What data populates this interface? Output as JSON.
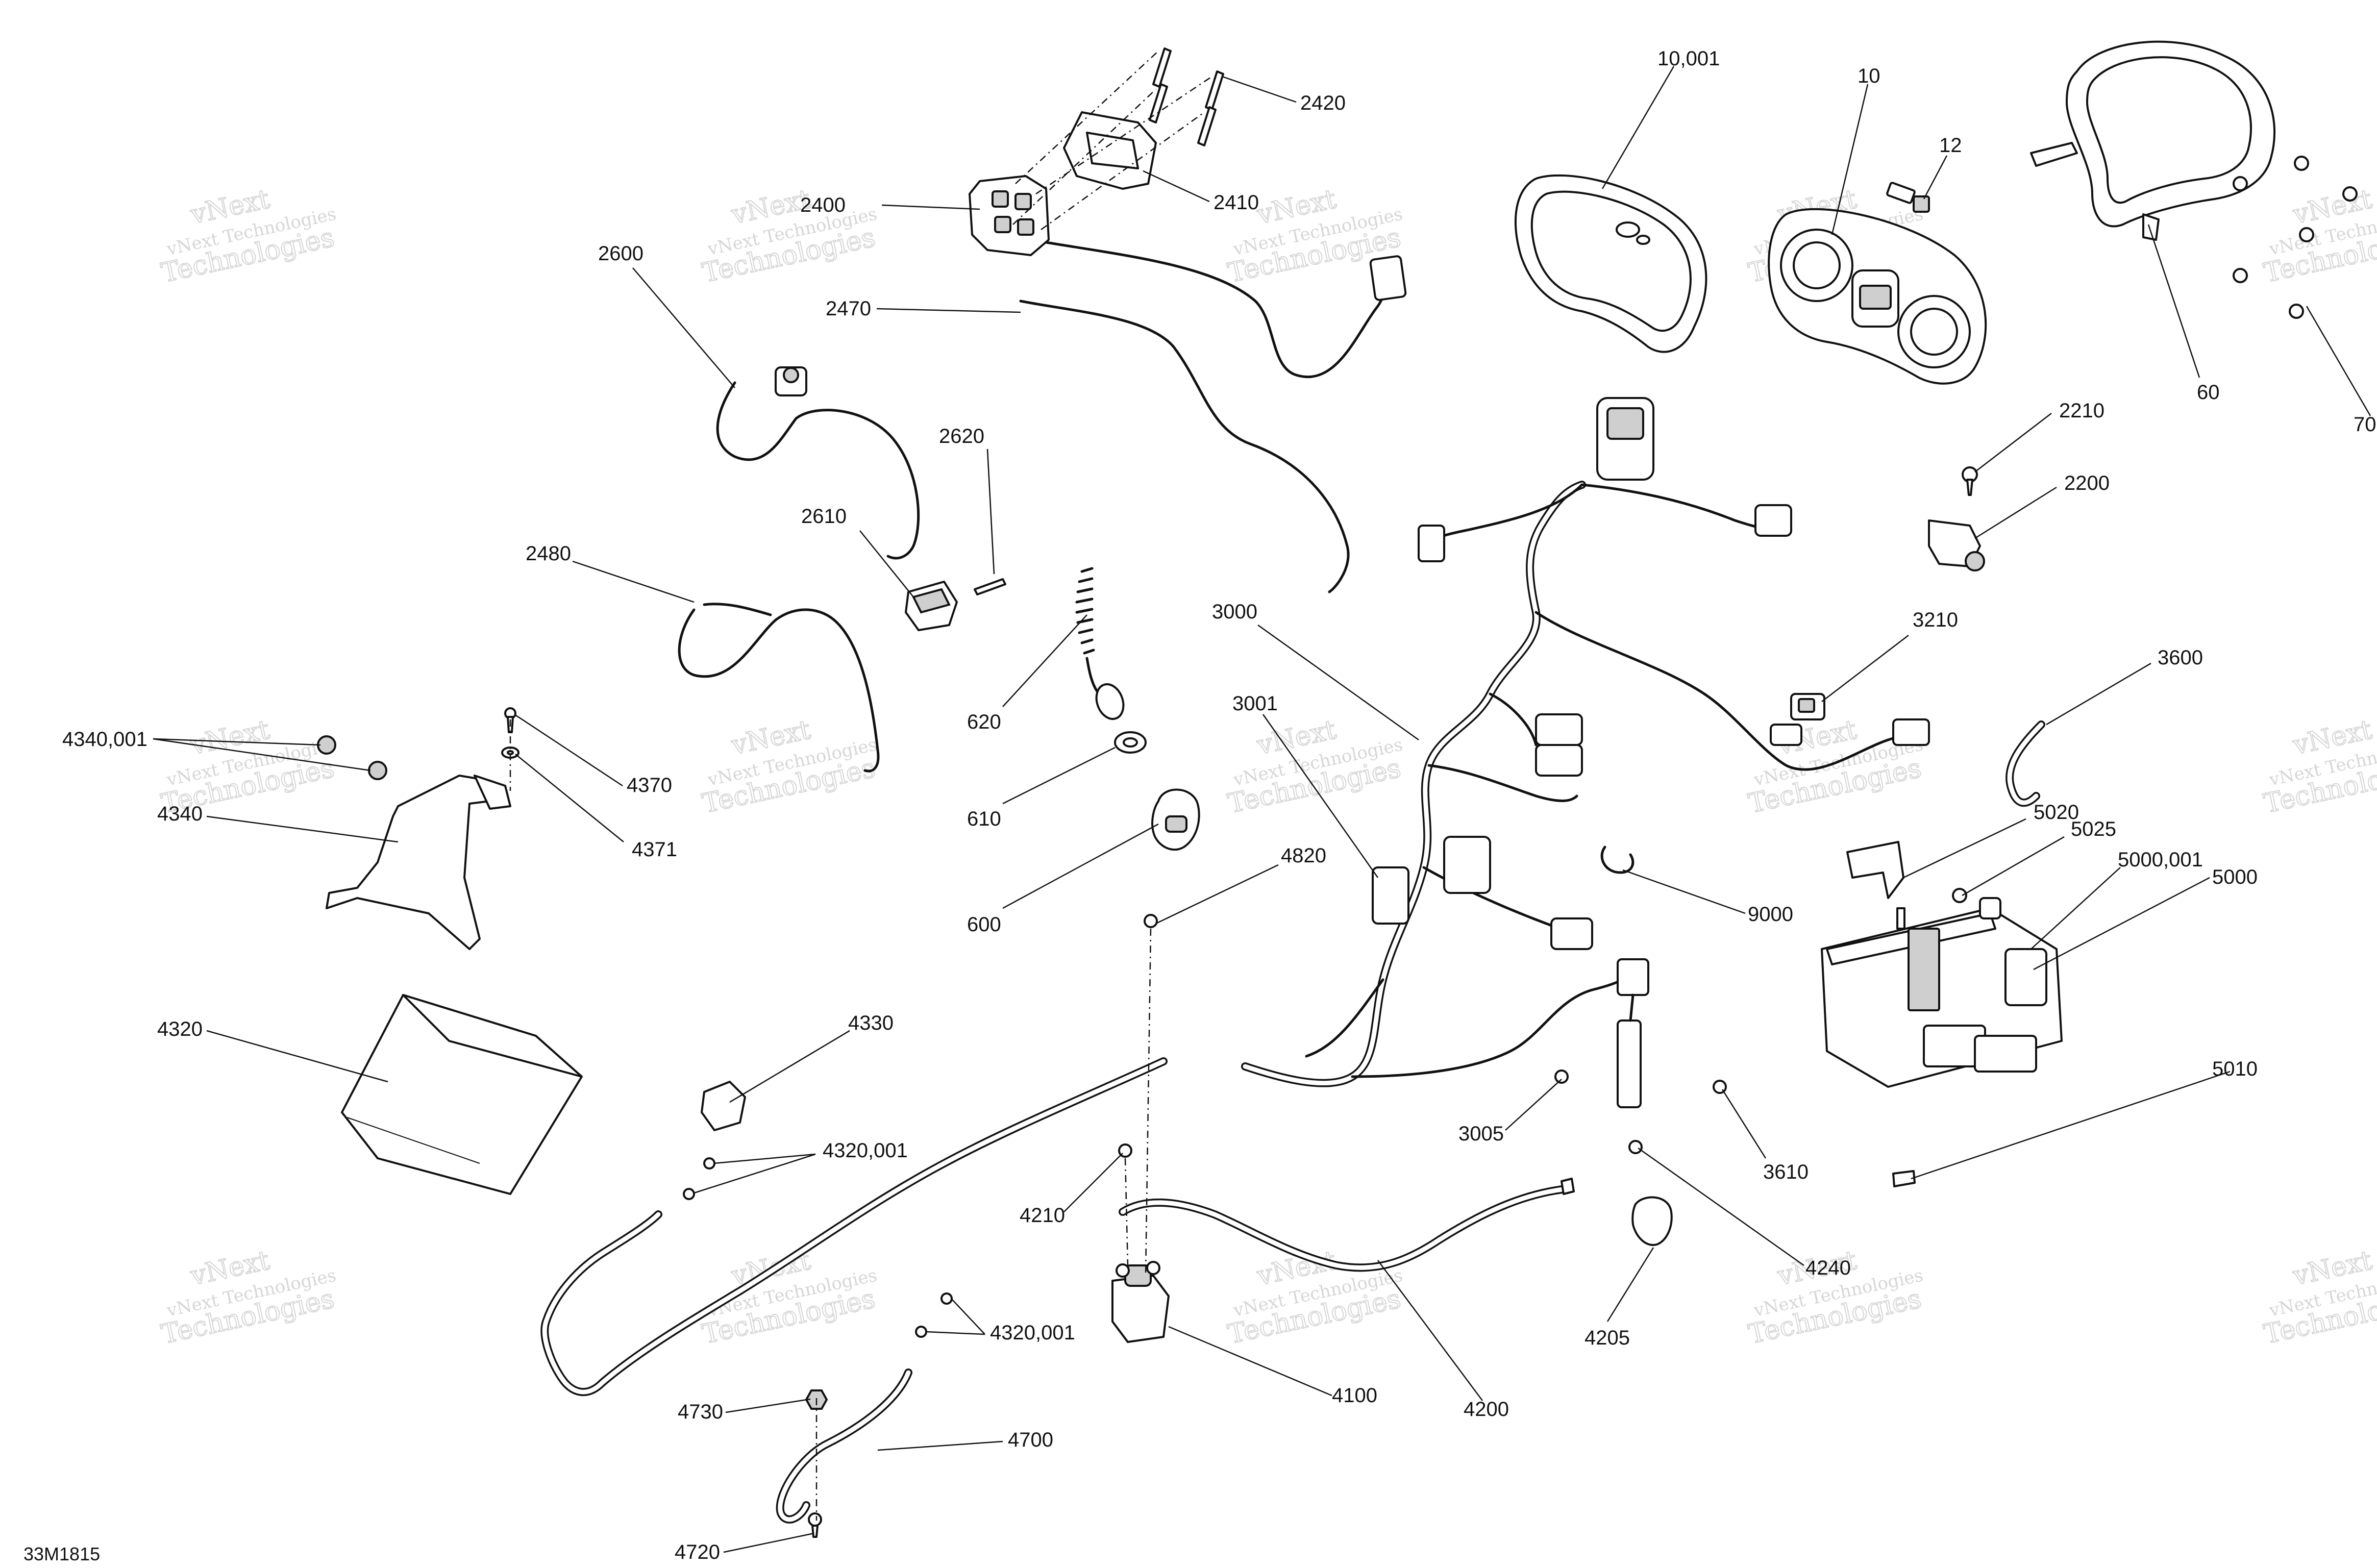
{
  "figure": {
    "id": "33M1815",
    "watermark_line1": "vNext Technologies",
    "watermark_line2": "Technologies",
    "watermark_prefix": "vNext"
  },
  "labels": {
    "p10001": "10,001",
    "p10": "10",
    "p12": "12",
    "p60": "60",
    "p70": "70",
    "p2420": "2420",
    "p2410": "2410",
    "p2400": "2400",
    "p2470": "2470",
    "p2600": "2600",
    "p2620": "2620",
    "p2610": "2610",
    "p2480": "2480",
    "p620": "620",
    "p610": "610",
    "p600": "600",
    "p3000": "3000",
    "p3001": "3001",
    "p4820": "4820",
    "p2210": "2210",
    "p2200": "2200",
    "p3210": "3210",
    "p3600": "3600",
    "p5020": "5020",
    "p5025": "5025",
    "p5000001": "5000,001",
    "p5000": "5000",
    "p9000": "9000",
    "p5010": "5010",
    "p3005": "3005",
    "p3610": "3610",
    "p4240": "4240",
    "p4205": "4205",
    "p4200": "4200",
    "p4210": "4210",
    "p4100": "4100",
    "p4340001": "4340,001",
    "p4370": "4370",
    "p4371": "4371",
    "p4340": "4340",
    "p4320": "4320",
    "p4330": "4330",
    "p4320001a": "4320,001",
    "p4320001b": "4320,001",
    "p4730": "4730",
    "p4700": "4700",
    "p4720": "4720"
  }
}
